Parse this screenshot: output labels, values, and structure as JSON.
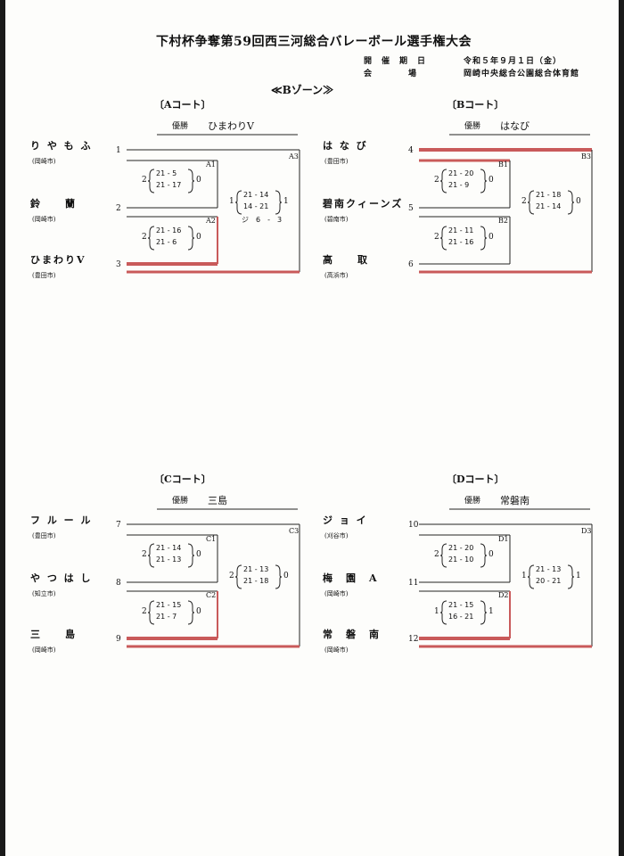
{
  "header": {
    "title": "下村杯争奪第59回西三河総合バレーボール選手権大会",
    "date_label": "開　催　期　日",
    "date_value": "令和５年９月１日（金）",
    "venue_label": "会　　　　場",
    "venue_value": "岡崎中央総合公園総合体育館",
    "zone": "≪Bゾーン≫"
  },
  "courts": [
    {
      "name": "〔Aコート〕",
      "winner_label": "優勝",
      "winner": "ひまわりV",
      "teams": [
        {
          "seed": "1",
          "name": "り や も ふ",
          "city": "(岡崎市)"
        },
        {
          "seed": "2",
          "name": "鈴　　蘭",
          "city": "(岡崎市)"
        },
        {
          "seed": "3",
          "name": "ひまわりV",
          "city": "(豊田市)"
        }
      ],
      "matches": [
        {
          "label": "A1",
          "left": "2",
          "right": "0",
          "sets": [
            "21 - 5",
            "21 - 17"
          ]
        },
        {
          "label": "A2",
          "left": "2",
          "right": "0",
          "sets": [
            "21 - 16",
            "21 - 6"
          ]
        },
        {
          "label": "A3",
          "left": "1",
          "right": "1",
          "sets": [
            "21 - 14",
            "14 - 21"
          ],
          "note": "ジ　6　-　3"
        }
      ]
    },
    {
      "name": "〔Bコート〕",
      "winner_label": "優勝",
      "winner": "はなび",
      "teams": [
        {
          "seed": "4",
          "name": "は な び",
          "city": "(豊田市)"
        },
        {
          "seed": "5",
          "name": "碧南クィーンズ",
          "city": "(碧南市)"
        },
        {
          "seed": "6",
          "name": "高　　取",
          "city": "(高浜市)"
        }
      ],
      "matches": [
        {
          "label": "B1",
          "left": "2",
          "right": "0",
          "sets": [
            "21 - 20",
            "21 - 9"
          ]
        },
        {
          "label": "B2",
          "left": "2",
          "right": "0",
          "sets": [
            "21 - 11",
            "21 - 16"
          ]
        },
        {
          "label": "B3",
          "left": "2",
          "right": "0",
          "sets": [
            "21 - 18",
            "21 - 14"
          ]
        }
      ]
    },
    {
      "name": "〔Cコート〕",
      "winner_label": "優勝",
      "winner": "三島",
      "teams": [
        {
          "seed": "7",
          "name": "フ ル ー ル",
          "city": "(豊田市)"
        },
        {
          "seed": "8",
          "name": "や つ は し",
          "city": "(知立市)"
        },
        {
          "seed": "9",
          "name": "三　　島",
          "city": "(岡崎市)"
        }
      ],
      "matches": [
        {
          "label": "C1",
          "left": "2",
          "right": "0",
          "sets": [
            "21 - 14",
            "21 - 13"
          ]
        },
        {
          "label": "C2",
          "left": "2",
          "right": "0",
          "sets": [
            "21 - 15",
            "21 - 7"
          ]
        },
        {
          "label": "C3",
          "left": "2",
          "right": "0",
          "sets": [
            "21 - 13",
            "21 - 18"
          ]
        }
      ]
    },
    {
      "name": "〔Dコート〕",
      "winner_label": "優勝",
      "winner": "常磐南",
      "teams": [
        {
          "seed": "10",
          "name": "ジ ョ イ",
          "city": "(刈谷市)"
        },
        {
          "seed": "11",
          "name": "梅　園　A",
          "city": "(岡崎市)"
        },
        {
          "seed": "12",
          "name": "常　磐　南",
          "city": "(岡崎市)"
        }
      ],
      "matches": [
        {
          "label": "D1",
          "left": "2",
          "right": "0",
          "sets": [
            "21 - 20",
            "21 - 10"
          ]
        },
        {
          "label": "D2",
          "left": "1",
          "right": "1",
          "sets": [
            "21 - 15",
            "16 - 21"
          ]
        },
        {
          "label": "D3",
          "left": "1",
          "right": "1",
          "sets": [
            "21 - 13",
            "20 - 21"
          ]
        }
      ]
    }
  ],
  "colors": {
    "win_line": "#c95a5a",
    "line": "#222222",
    "paper": "#fdfdfb",
    "frame": "#1a1a1a"
  }
}
